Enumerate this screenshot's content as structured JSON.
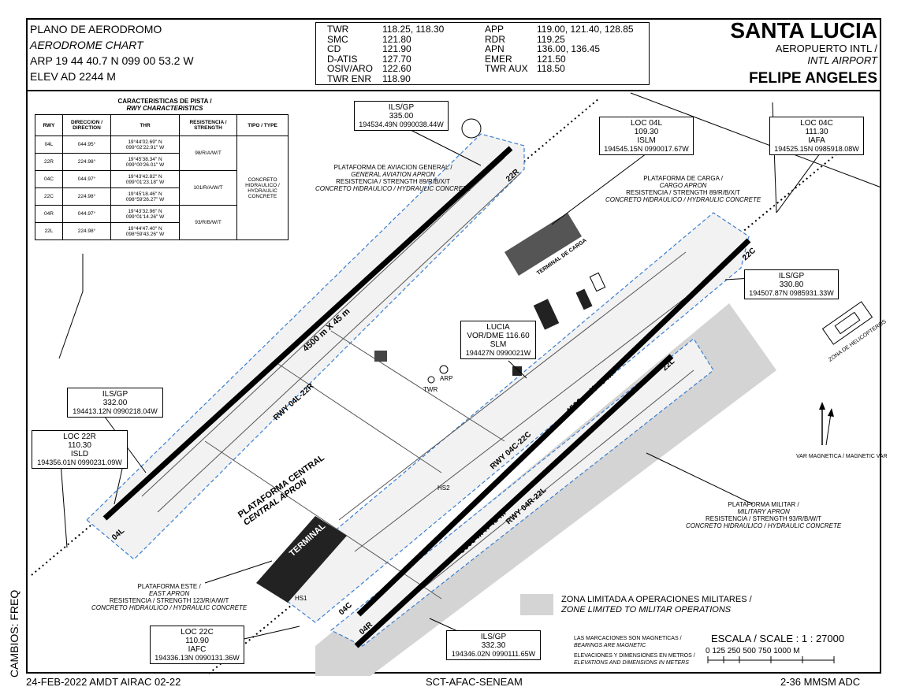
{
  "header": {
    "title_es": "PLANO DE AERODROMO",
    "title_en": "AERODROME CHART",
    "arp": "ARP 19 44 40.7 N  099 00 53.2 W",
    "elev": "ELEV AD 2244 M"
  },
  "frequencies": {
    "left": [
      {
        "label": "TWR",
        "value": "118.25,  118.30"
      },
      {
        "label": "SMC",
        "value": "121.80"
      },
      {
        "label": "CD",
        "value": "121.90"
      },
      {
        "label": "D-ATIS",
        "value": "127.70"
      },
      {
        "label": "OSIV/ARO",
        "value": "122.60"
      },
      {
        "label": "TWR ENR",
        "value": "118.90"
      }
    ],
    "right": [
      {
        "label": "APP",
        "value": "119.00, 121.40,  128.85"
      },
      {
        "label": "RDR",
        "value": "119.25"
      },
      {
        "label": "APN",
        "value": "136.00,  136.45"
      },
      {
        "label": "EMER",
        "value": "121.50"
      },
      {
        "label": "TWR AUX",
        "value": "118.50"
      }
    ]
  },
  "airport": {
    "city": "SANTA LUCIA",
    "type_es": "AEROPUERTO INTL /",
    "type_en": "INTL AIRPORT",
    "name": "FELIPE ANGELES"
  },
  "runway_table": {
    "caption_es": "CARACTERISTICAS DE PISTA /",
    "caption_en": "RWY CHARACTERISTICS",
    "headers": [
      "RWY",
      "DIRECCION / DIRECTION",
      "THR",
      "RESISTENCIA / STRENGTH",
      "TIPO / TYPE"
    ],
    "rows": [
      {
        "rwy": "04L",
        "dir": "044.95°",
        "thr": "19°44'02.69\" N 099°02'22.91\" W"
      },
      {
        "rwy": "22R",
        "dir": "224.98°",
        "thr": "19°45'38.34\" N 099°00'26.01\" W"
      },
      {
        "rwy": "04C",
        "dir": "044.97°",
        "thr": "19°43'42.82\" N 099°01'23.18\" W"
      },
      {
        "rwy": "22C",
        "dir": "224.98°",
        "thr": "19°45'18.46\" N 098°59'26.27\" W"
      },
      {
        "rwy": "04R",
        "dir": "044.97°",
        "thr": "19°43'32.96\" N 099°01'14.26\" W"
      },
      {
        "rwy": "22L",
        "dir": "224.98°",
        "thr": "19°44'47.40\" N 098°59'43.26\" W"
      }
    ],
    "strengths": [
      "98/R/A/W/T",
      "101/R/A/W/T",
      "93/R/B/W/T"
    ],
    "type": "CONCRETO HIDRAULICO / HYDRAULIC CONCRETE"
  },
  "navaids": [
    {
      "title": "ILS/GP",
      "freq": "335.00",
      "ident": "",
      "coord": "194534.49N  0990038.44W"
    },
    {
      "title": "LOC 04L",
      "freq": "109.30",
      "ident": "ISLM",
      "coord": "194545.15N  0990017.67W"
    },
    {
      "title": "LOC 04C",
      "freq": "111.30",
      "ident": "IAFA",
      "coord": "194525.15N  0985918.08W"
    },
    {
      "title": "ILS/GP",
      "freq": "330.80",
      "ident": "",
      "coord": "194507.87N  0985931.33W"
    },
    {
      "title": "LUCIA",
      "freq": "VOR/DME 116.60",
      "ident": "SLM",
      "coord": "194427N  0990021W"
    },
    {
      "title": "ILS/GP",
      "freq": "332.00",
      "ident": "",
      "coord": "194413.12N  0990218.04W"
    },
    {
      "title": "LOC 22R",
      "freq": "110.30",
      "ident": "ISLD",
      "coord": "194356.01N  0990231.09W"
    },
    {
      "title": "LOC 22C",
      "freq": "110.90",
      "ident": "IAFC",
      "coord": "194336.13N  0990131.36W"
    },
    {
      "title": "ILS/GP",
      "freq": "332.30",
      "ident": "",
      "coord": "194346.02N  0990111.65W"
    }
  ],
  "aprons": {
    "general": [
      "PLATAFORMA DE AVIACION GENERAL /",
      "GENERAL AVIATION APRON",
      "RESISTENCIA / STRENGTH 89/R/B/X/T",
      "CONCRETO HIDRAULICO / HYDRAULIC CONCRETE"
    ],
    "cargo": [
      "PLATAFORMA DE CARGA /",
      "CARGO APRON",
      "RESISTENCIA / STRENGTH 89/R/B/X/T",
      "CONCRETO HIDRAULICO / HYDRAULIC CONCRETE"
    ],
    "military": [
      "PLATAFORMA MILITAR /",
      "MILITARY APRON",
      "RESISTENCIA / STRENGTH 93/R/B/W/T",
      "CONCRETO HIDRAULICO / HYDRAULIC CONCRETE"
    ],
    "east": [
      "PLATAFORMA ESTE /",
      "EAST APRON",
      "RESISTENCIA / STRENGTH 123/R/A/W/T",
      "CONCRETO HIDRAULICO / HYDRAULIC CONCRETE"
    ],
    "central": [
      "PLATAFORMA CENTRAL",
      "CENTRAL APRON"
    ]
  },
  "map_labels": {
    "rwy_04l_22r": "RWY 04L-22R",
    "rwy_04c_22c": "RWY 04C-22C",
    "rwy_04r_22l": "RWY 04R-22L",
    "dim_04l": "4500 m X 45 m",
    "dim_04c": "4500 m X 45 m",
    "dim_04r": "3500 m X 45 m",
    "terminal": "TERMINAL",
    "cargo_terminal": "TERMINAL DE CARGA",
    "twr": "TWR",
    "arp": "ARP",
    "hs1": "HS1",
    "hs2": "HS2",
    "heliport": "ZONA DE HELICOPTEROS",
    "rwy_04l": "04L",
    "rwy_22r": "22R",
    "rwy_04c": "04C",
    "rwy_22c": "22C",
    "rwy_04r": "04R",
    "rwy_22l": "22L",
    "mag_var": "VAR MAGNETICA / MAGNETIC VAR"
  },
  "legend": {
    "zone_es": "ZONA LIMITADA A OPERACIONES MILITARES /",
    "zone_en": "ZONE LIMITED TO MILITAR OPERATIONS",
    "bearings_es": "LAS MARCACIONES SON MAGNETICAS /",
    "bearings_en": "BEARINGS ARE MAGNETIC",
    "elev_es": "ELEVACIONES Y DIMENSIONES EN METROS /",
    "elev_en": "ELEVATIONS AND DIMENSIONS IN METERS",
    "scale_title": "ESCALA / SCALE :  1 : 27000",
    "scale_ticks": "0  125 250       500        750      1000 M"
  },
  "footer": {
    "left": "24-FEB-2022 AMDT AIRAC 02-22",
    "center": "SCT-AFAC-SENEAM",
    "right": "2-36 MMSM ADC",
    "side": "CAMBIOS: FREQ"
  },
  "colors": {
    "runway": "#000000",
    "boundary": "#3a7fd0",
    "military_zone": "#d4d4d4",
    "pavement": "#f2f2f2"
  }
}
